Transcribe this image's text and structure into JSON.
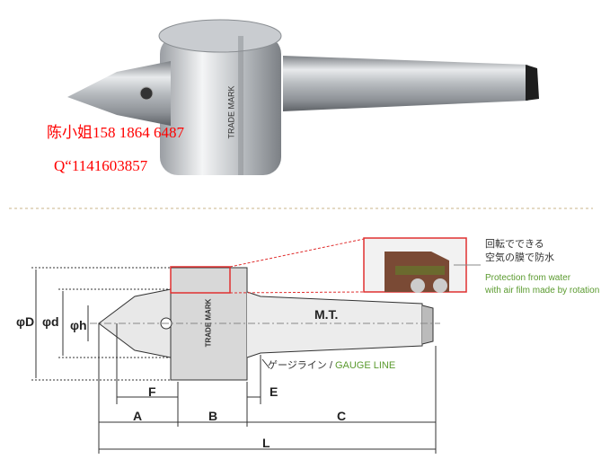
{
  "photo": {
    "brand_text": "TRADE MARK",
    "watermark_line1": "陈小姐158 1864 6487",
    "watermark_line2": "Q“1141603857"
  },
  "diagram": {
    "labels": {
      "phi_D": "φD",
      "phi_d": "φd",
      "phi_h": "φh",
      "F": "F",
      "E": "E",
      "A": "A",
      "B": "B",
      "C": "C",
      "L": "L",
      "mt": "M.T."
    },
    "body_mark": "TRADE MARK",
    "gauge_line": "ゲージライン / GAUGE LINE",
    "gauge_line_jp": "ゲージライン / ",
    "gauge_line_en": "GAUGE LINE",
    "callout_jp_line1": "回転でできる",
    "callout_jp_line2": "空気の膜で防水",
    "callout_en_line1": "Protection from water",
    "callout_en_line2": "with air film made by rotation"
  },
  "colors": {
    "watermark": "#ff0000",
    "callout_box": "#e03030",
    "english_note": "#5a9a2e",
    "separator": "#c8b48a"
  }
}
